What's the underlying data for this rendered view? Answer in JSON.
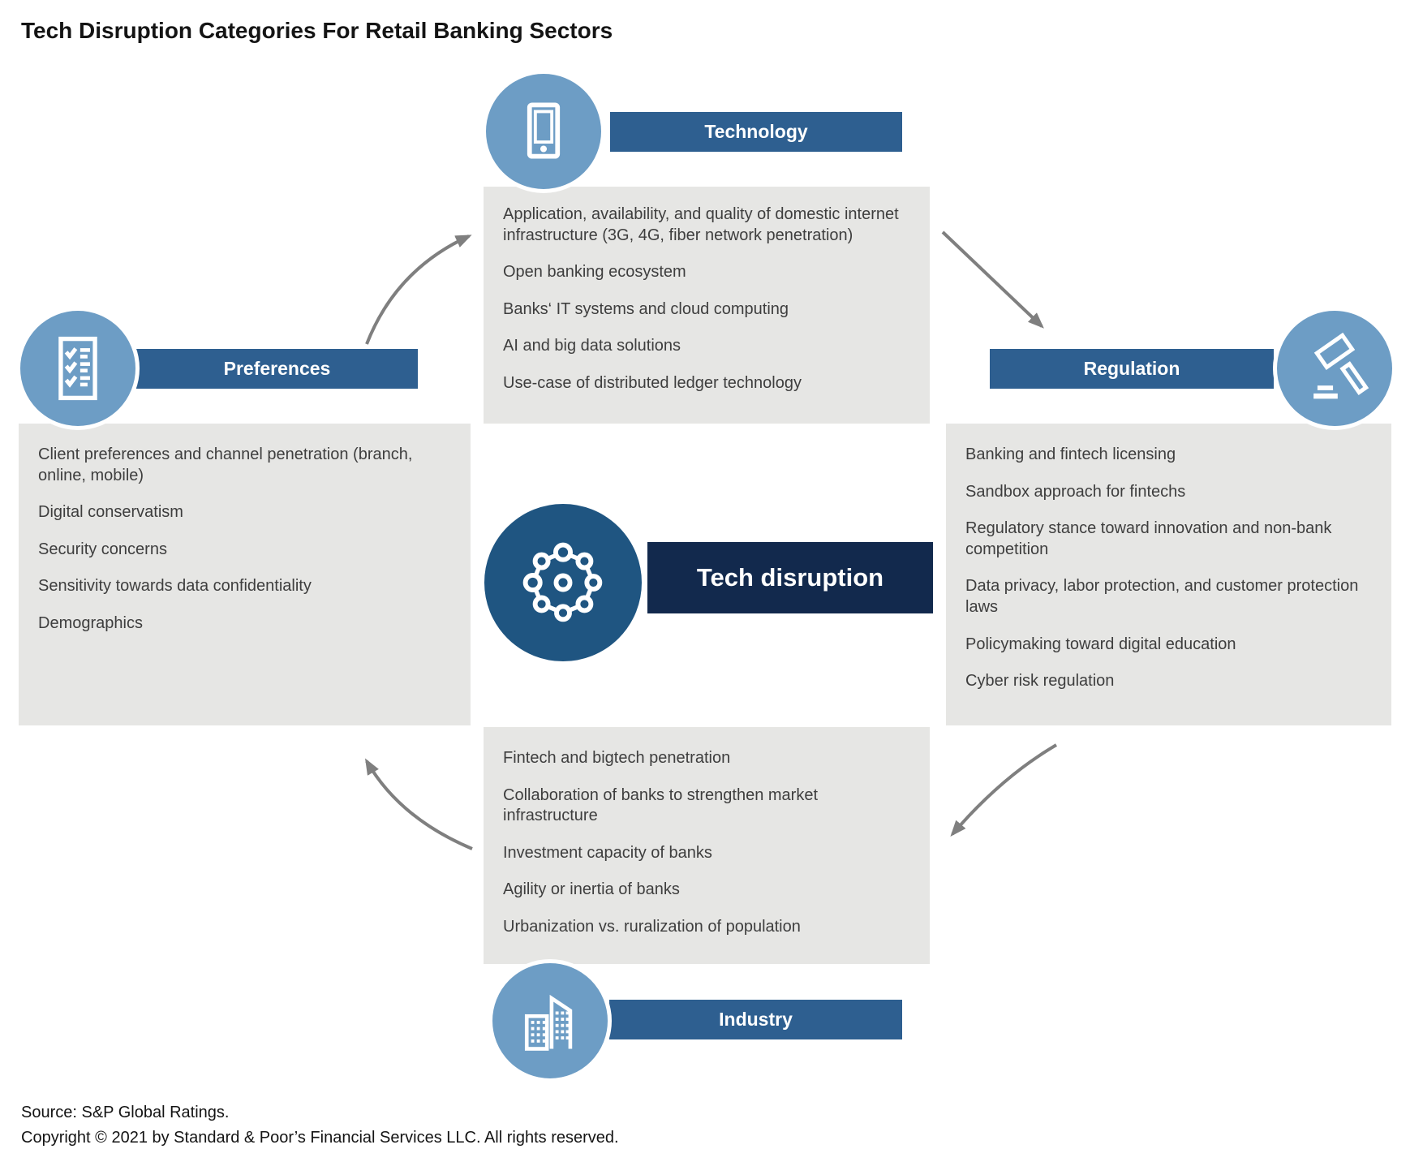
{
  "title": "Tech Disruption Categories For Retail Banking Sectors",
  "center": {
    "label": "Tech disruption"
  },
  "sections": {
    "technology": {
      "label": "Technology",
      "items": [
        "Application, availability, and quality of domestic internet infrastructure (3G, 4G, fiber network penetration)",
        "Open banking ecosystem",
        "Banks‘ IT systems and cloud computing",
        "AI and big data solutions",
        "Use-case of distributed ledger technology"
      ]
    },
    "regulation": {
      "label": "Regulation",
      "items": [
        "Banking and fintech licensing",
        "Sandbox approach for fintechs",
        "Regulatory stance toward innovation and non-bank competition",
        "Data privacy, labor protection, and customer protection laws",
        "Policymaking toward digital education",
        "Cyber risk regulation"
      ]
    },
    "industry": {
      "label": "Industry",
      "items": [
        "Fintech and bigtech penetration",
        "Collaboration of banks to strengthen market infrastructure",
        "Investment capacity of banks",
        "Agility or inertia of banks",
        "Urbanization vs. ruralization of population"
      ]
    },
    "preferences": {
      "label": "Preferences",
      "items": [
        "Client preferences and channel penetration (branch, online, mobile)",
        "Digital conservatism",
        "Security concerns",
        "Sensitivity towards data confidentiality",
        "Demographics"
      ]
    }
  },
  "icons": {
    "technology": "smartphone-icon",
    "regulation": "gavel-icon",
    "industry": "buildings-icon",
    "preferences": "checklist-icon",
    "center": "network-nodes-icon"
  },
  "colors": {
    "icon_circle_blue": "#6d9dc5",
    "banner_blue": "#2e5f90",
    "center_circle_blue": "#1f5581",
    "center_banner_navy": "#12294d",
    "box_gray": "#e6e6e4",
    "item_text": "#3e3e3e",
    "arrow_gray": "#7f7f7f"
  },
  "footer": {
    "source": "Source: S&P Global Ratings.",
    "copyright": "Copyright © 2021 by Standard & Poor’s Financial Services LLC. All rights reserved."
  }
}
